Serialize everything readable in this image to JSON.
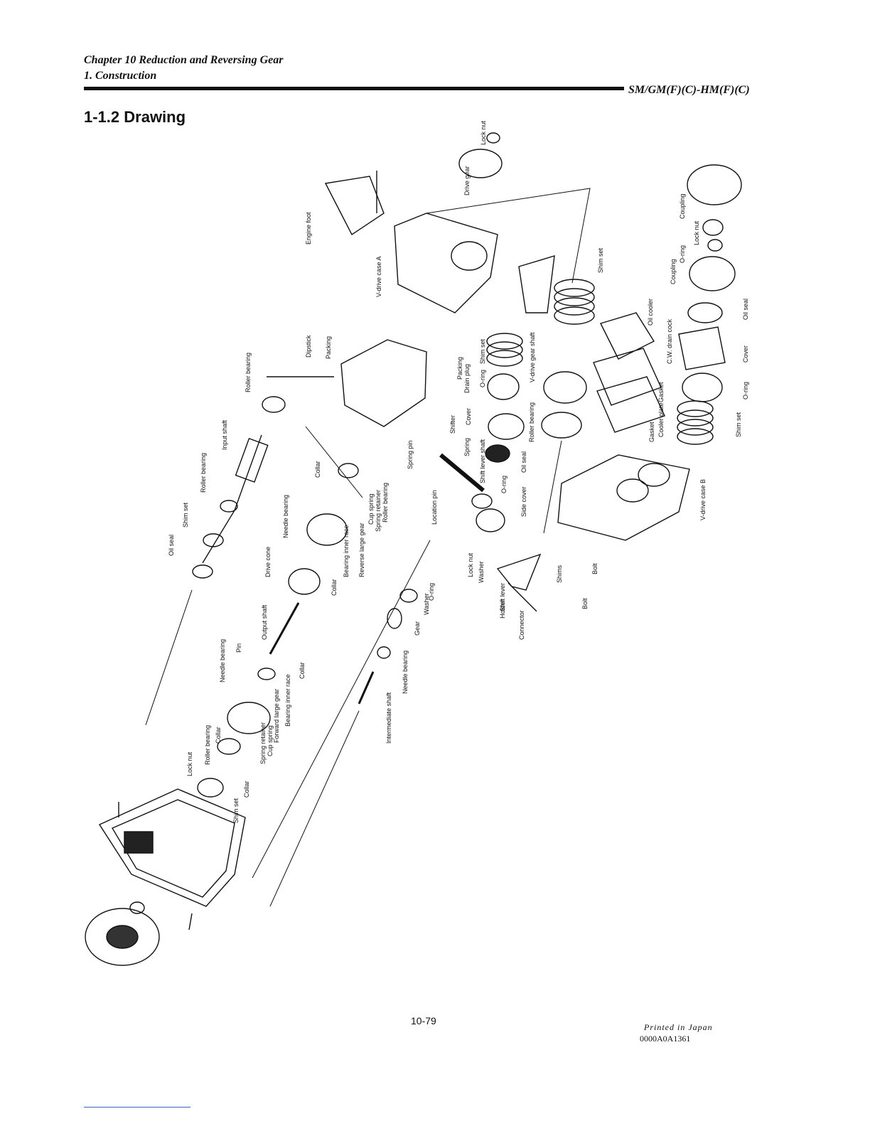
{
  "header": {
    "chapter": "Chapter 10 Reduction and Reversing Gear",
    "section": "1. Construction",
    "model": "SM/GM(F)(C)-HM(F)(C)"
  },
  "section_title": "1-1.2 Drawing",
  "parts": {
    "lock_nut_top": "Lock nut",
    "drive_gear": "Drive gear",
    "engine_foot": "Engine foot",
    "v_drive_case_a": "V-drive case A",
    "coupling_1": "Coupling",
    "o_ring_1": "O-ring",
    "lock_nut_2": "Lock nut",
    "coupling_2": "Coupling",
    "shim_set_1": "Shim set",
    "oil_seal_1": "Oil seal",
    "oil_cooler": "Oil cooler",
    "cw_drain_cock": "C.W. drain cock",
    "cover_1": "Cover",
    "o_ring_2": "O-ring",
    "shim_set_2": "Shim set",
    "gasket_1": "Gasket",
    "cooler_plate": "Cooler plate",
    "gasket_2": "Gasket",
    "v_drive_gear_shaft": "V-drive gear shaft",
    "shim_set_3": "Shim set",
    "o_ring_3": "O-ring",
    "packing_1": "Packing",
    "drain_plug": "Drain plug",
    "roller_bearing_1": "Roller bearing",
    "cover_2": "Cover",
    "oil_seal_2": "Oil seal",
    "dipstick": "Dipstick",
    "packing_2": "Packing",
    "roller_bearing_2": "Roller bearing",
    "input_shaft": "Input shaft",
    "roller_bearing_3": "Roller bearing",
    "shim_set_4": "Shim set",
    "oil_seal_3": "Oil seal",
    "shifter": "Shifter",
    "spring_1": "Spring",
    "spring_pin": "Spring pin",
    "shift_lever_shaft": "Shift lever shaft",
    "o_ring_4": "O-ring",
    "side_cover": "Side cover",
    "location_pin": "Location pin",
    "v_drive_case_b": "V-drive case B",
    "collar_1": "Collar",
    "needle_bearing_1": "Needle bearing",
    "cup_spring_1": "Cup spring",
    "spring_retainer_1": "Spring retainer",
    "roller_bearing_4": "Roller bearing",
    "reverse_large_gear": "Reverse large gear",
    "bearing_inner_race_1": "Bearing inner race",
    "drive_cone": "Drive cone",
    "collar_2": "Collar",
    "lock_nut_3": "Lock nut",
    "washer_1": "Washer",
    "shims": "Shims",
    "bolt_1": "Bolt",
    "shift_lever": "Shift lever",
    "holder": "Holder",
    "connector": "Connector",
    "bolt_2": "Bolt",
    "output_shaft": "Output shaft",
    "pin": "Pin",
    "needle_bearing_2": "Needle bearing",
    "collar_3": "Collar",
    "bearing_inner_race_2": "Bearing inner race",
    "forward_large_gear": "Forward large gear",
    "cup_spring_2": "Cup spring",
    "spring_retainer_2": "Spring retainer",
    "collar_4": "Collar",
    "roller_bearing_5": "Roller bearing",
    "lock_nut_4": "Lock nut",
    "shim_set_5": "Shim set",
    "collar_5": "Collar",
    "o_ring_5": "O-ring",
    "washer_2": "Washer",
    "gear": "Gear",
    "needle_bearing_3": "Needle bearing",
    "intermediate_shaft": "Intermediate shaft"
  },
  "footer": {
    "page_number": "10-79",
    "printed": "Printed in Japan",
    "code": "0000A0A1361"
  }
}
